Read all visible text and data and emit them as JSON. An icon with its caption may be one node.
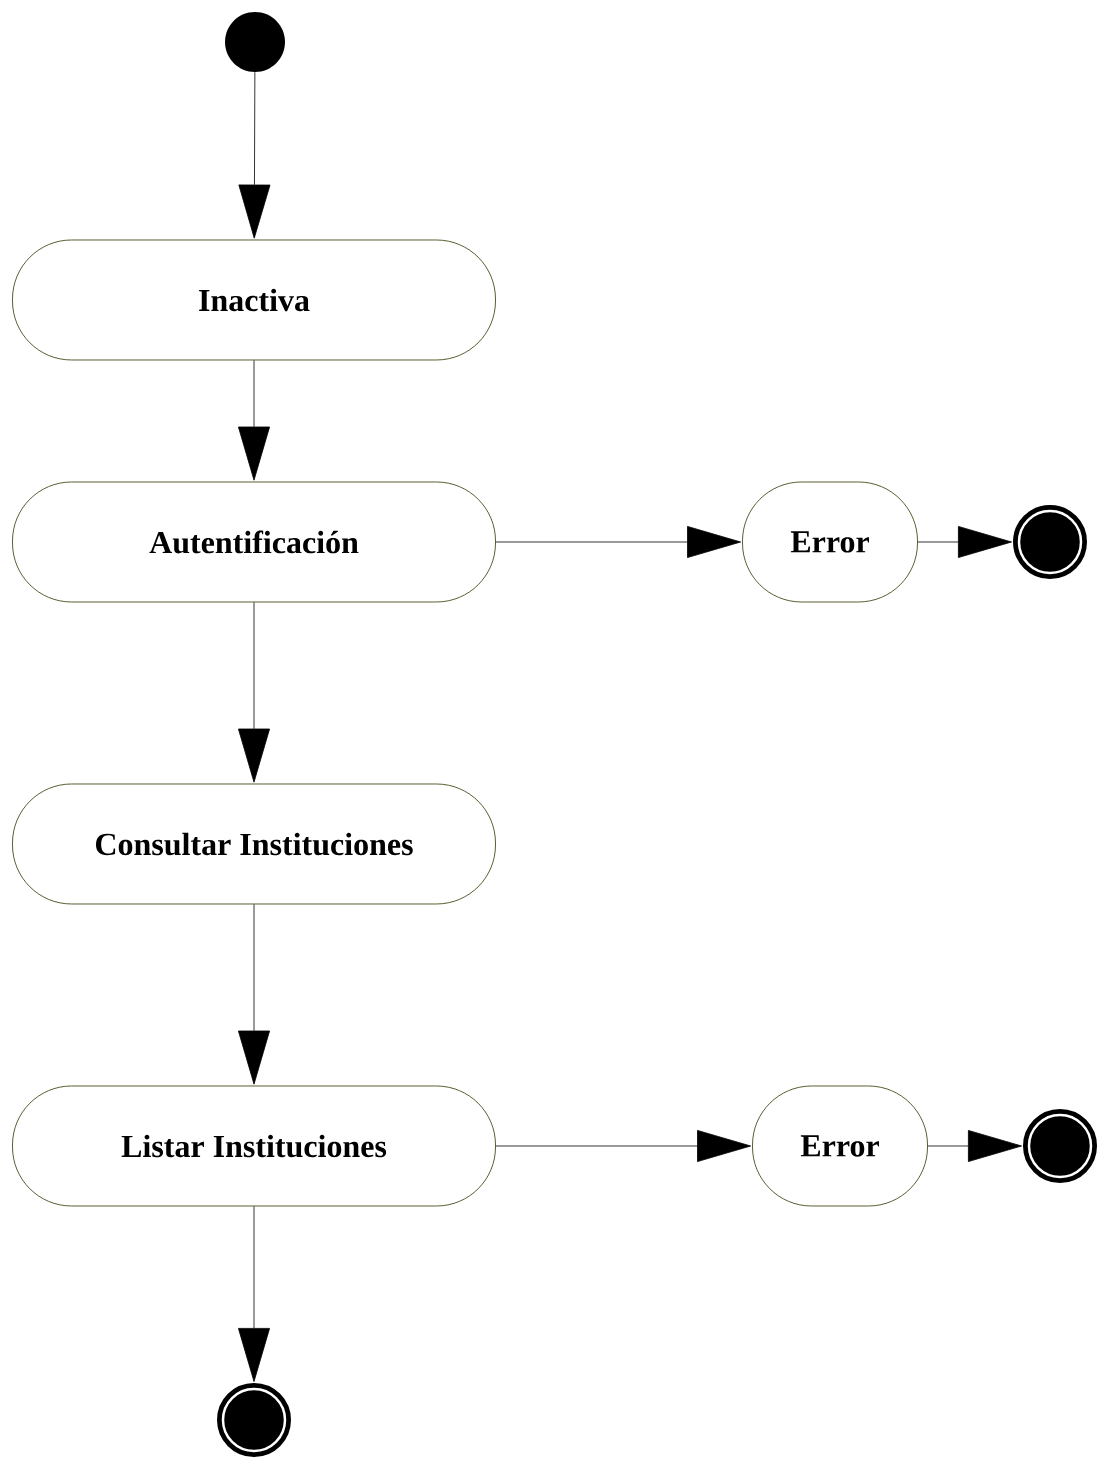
{
  "diagram": {
    "nodes": [
      {
        "text": [],
        "shape": "circle"
      },
      {
        "text": [
          "Inactiva"
        ]
      },
      {
        "text": [
          "Autentificación"
        ]
      },
      {
        "text": [
          "Error"
        ]
      },
      {
        "text": [],
        "shape": "circle"
      },
      {
        "text": [
          "Consultar Instituciones"
        ]
      },
      {
        "text": [
          "Listar Instituciones"
        ]
      },
      {
        "text": [
          "Error"
        ]
      },
      {
        "text": [],
        "shape": "circle"
      },
      {
        "text": [],
        "shape": "circle"
      }
    ],
    "edges": [
      {
        "from": 0,
        "to": 1,
        "arrow": "to"
      },
      {
        "from": 1,
        "to": 2,
        "arrow": "to"
      },
      {
        "from": 2,
        "to": 3,
        "arrow": "to"
      },
      {
        "from": 3,
        "to": 4,
        "arrow": "to"
      },
      {
        "from": 2,
        "to": 5,
        "arrow": "to"
      },
      {
        "from": 5,
        "to": 6,
        "arrow": "to"
      },
      {
        "from": 6,
        "to": 7,
        "arrow": "to"
      },
      {
        "from": 7,
        "to": 8,
        "arrow": "to"
      },
      {
        "from": 6,
        "to": 9,
        "arrow": "to"
      }
    ]
  }
}
